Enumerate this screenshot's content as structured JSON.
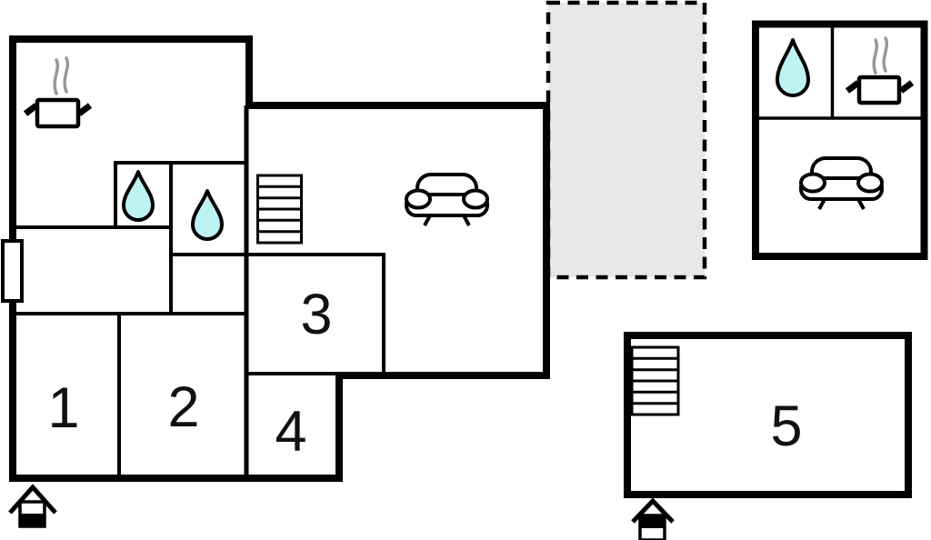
{
  "type": "floor-plan",
  "rooms": [
    {
      "id": "room-1",
      "label": "1"
    },
    {
      "id": "room-2",
      "label": "2"
    },
    {
      "id": "room-3",
      "label": "3"
    },
    {
      "id": "room-4",
      "label": "4"
    },
    {
      "id": "room-5",
      "label": "5"
    }
  ],
  "areas": {
    "kitchen": {
      "icon": "cooking-pot-icon"
    },
    "bathroom_1": {
      "icon": "water-drop-icon"
    },
    "bathroom_2": {
      "icon": "water-drop-icon"
    },
    "living_room": {
      "icon": "sofa-icon"
    },
    "main_stairs": {
      "icon": "stairs-icon",
      "treads": 6
    },
    "terrace": {
      "outline": "dashed"
    },
    "annex": {
      "icons": [
        "water-drop-icon",
        "cooking-pot-icon",
        "sofa-icon"
      ]
    },
    "building_5": {
      "icon": "stairs-icon",
      "treads": 6
    },
    "entrances": [
      {
        "icon": "entrance-house-icon",
        "location": "main-building-bottom-left"
      },
      {
        "icon": "entrance-house-icon",
        "location": "building-5-bottom-left"
      }
    ]
  },
  "colors": {
    "wall": "#000000",
    "background": "#ffffff",
    "water_drop_fill": "#bdf3f3",
    "terrace_fill": "#e8e8e8",
    "steam": "#999999",
    "label": "#111111"
  }
}
